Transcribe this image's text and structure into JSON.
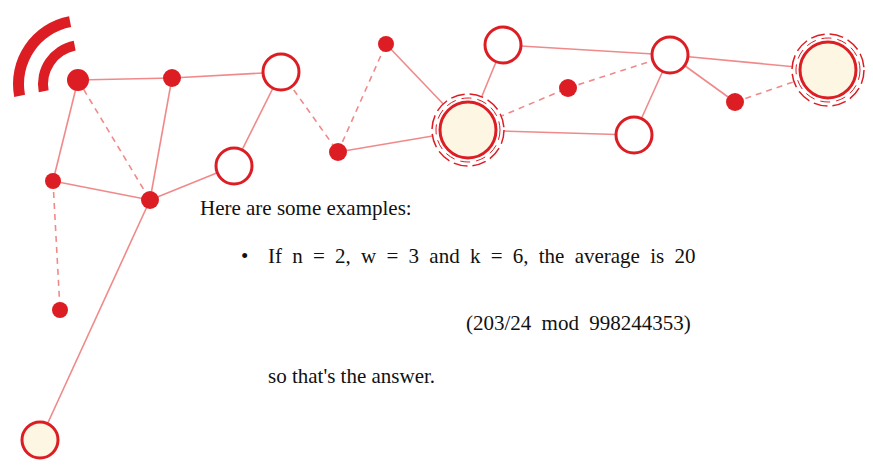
{
  "diagram": {
    "labels": [
      "Here are some examples:",
      "•",
      "If n = 2, w = 3 and k = 6, the average is 20",
      "(203/24 mod 998244353)",
      "so that's the answer."
    ]
  }
}
